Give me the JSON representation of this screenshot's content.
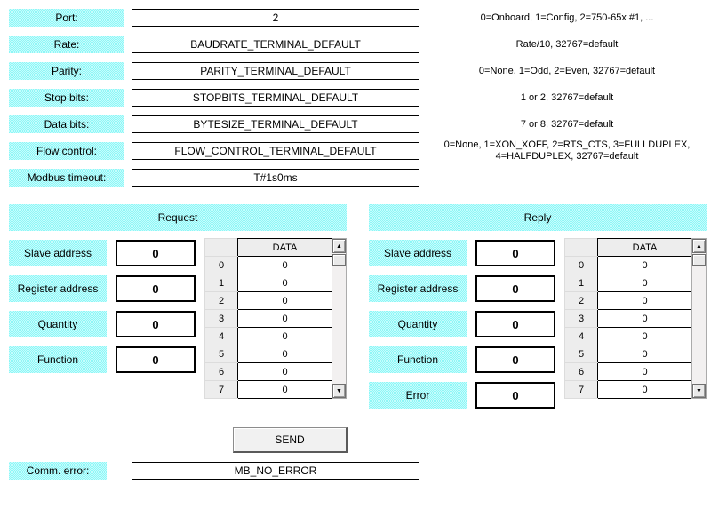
{
  "serial_config": {
    "rows": [
      {
        "label": "Port:",
        "value": "2",
        "desc": "0=Onboard, 1=Config, 2=750-65x #1, ..."
      },
      {
        "label": "Rate:",
        "value": "BAUDRATE_TERMINAL_DEFAULT",
        "desc": "Rate/10, 32767=default"
      },
      {
        "label": "Parity:",
        "value": "PARITY_TERMINAL_DEFAULT",
        "desc": "0=None, 1=Odd, 2=Even, 32767=default"
      },
      {
        "label": "Stop bits:",
        "value": "STOPBITS_TERMINAL_DEFAULT",
        "desc": "1 or 2, 32767=default"
      },
      {
        "label": "Data bits:",
        "value": "BYTESIZE_TERMINAL_DEFAULT",
        "desc": "7 or 8, 32767=default"
      },
      {
        "label": "Flow control:",
        "value": "FLOW_CONTROL_TERMINAL_DEFAULT",
        "desc": "0=None, 1=XON_XOFF, 2=RTS_CTS, 3=FULLDUPLEX,\n4=HALFDUPLEX, 32767=default"
      },
      {
        "label": "Modbus timeout:",
        "value": "T#1s0ms",
        "desc": ""
      }
    ]
  },
  "panels": [
    {
      "title": "Request",
      "fields": [
        {
          "label": "Slave address",
          "value": "0"
        },
        {
          "label": "Register address",
          "value": "0"
        },
        {
          "label": "Quantity",
          "value": "0"
        },
        {
          "label": "Function",
          "value": "0"
        }
      ],
      "table": {
        "header": "DATA",
        "rows": [
          {
            "index": "0",
            "value": "0"
          },
          {
            "index": "1",
            "value": "0"
          },
          {
            "index": "2",
            "value": "0"
          },
          {
            "index": "3",
            "value": "0"
          },
          {
            "index": "4",
            "value": "0"
          },
          {
            "index": "5",
            "value": "0"
          },
          {
            "index": "6",
            "value": "0"
          },
          {
            "index": "7",
            "value": "0"
          }
        ]
      }
    },
    {
      "title": "Reply",
      "fields": [
        {
          "label": "Slave address",
          "value": "0"
        },
        {
          "label": "Register address",
          "value": "0"
        },
        {
          "label": "Quantity",
          "value": "0"
        },
        {
          "label": "Function",
          "value": "0"
        },
        {
          "label": "Error",
          "value": "0"
        }
      ],
      "table": {
        "header": "DATA",
        "rows": [
          {
            "index": "0",
            "value": "0"
          },
          {
            "index": "1",
            "value": "0"
          },
          {
            "index": "2",
            "value": "0"
          },
          {
            "index": "3",
            "value": "0"
          },
          {
            "index": "4",
            "value": "0"
          },
          {
            "index": "5",
            "value": "0"
          },
          {
            "index": "6",
            "value": "0"
          },
          {
            "index": "7",
            "value": "0"
          }
        ]
      }
    }
  ],
  "send_button_label": "SEND",
  "comm_error": {
    "label": "Comm. error:",
    "value": "MB_NO_ERROR"
  },
  "icons": {
    "scroll_up": "▲",
    "scroll_down": "▼"
  },
  "colors": {
    "label_cyan": "#99FFFF",
    "table_gray": "#EDEDED",
    "button_face": "#F1F1F1"
  }
}
